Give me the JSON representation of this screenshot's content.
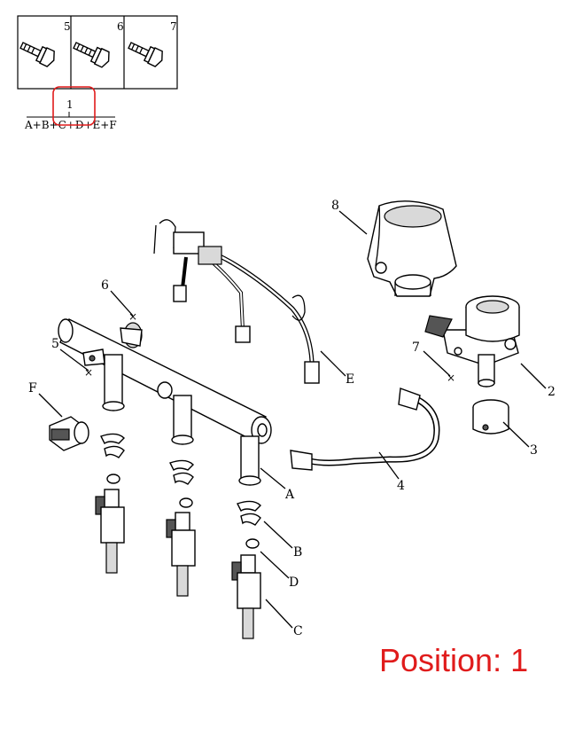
{
  "legend": {
    "cells": [
      {
        "number": "5"
      },
      {
        "number": "6"
      },
      {
        "number": "7"
      }
    ],
    "assembly_number": "1",
    "assembly_formula": "A+B+C+D+E+F"
  },
  "callouts": {
    "c8": "8",
    "c6": "6",
    "c5": "5",
    "cF": "F",
    "c7": "7",
    "c2": "2",
    "c3": "3",
    "c4": "4",
    "cE": "E",
    "cA": "A",
    "cB": "B",
    "cD": "D",
    "cC": "C"
  },
  "highlight_color": "#e01b1b",
  "position_label": "Position: 1"
}
